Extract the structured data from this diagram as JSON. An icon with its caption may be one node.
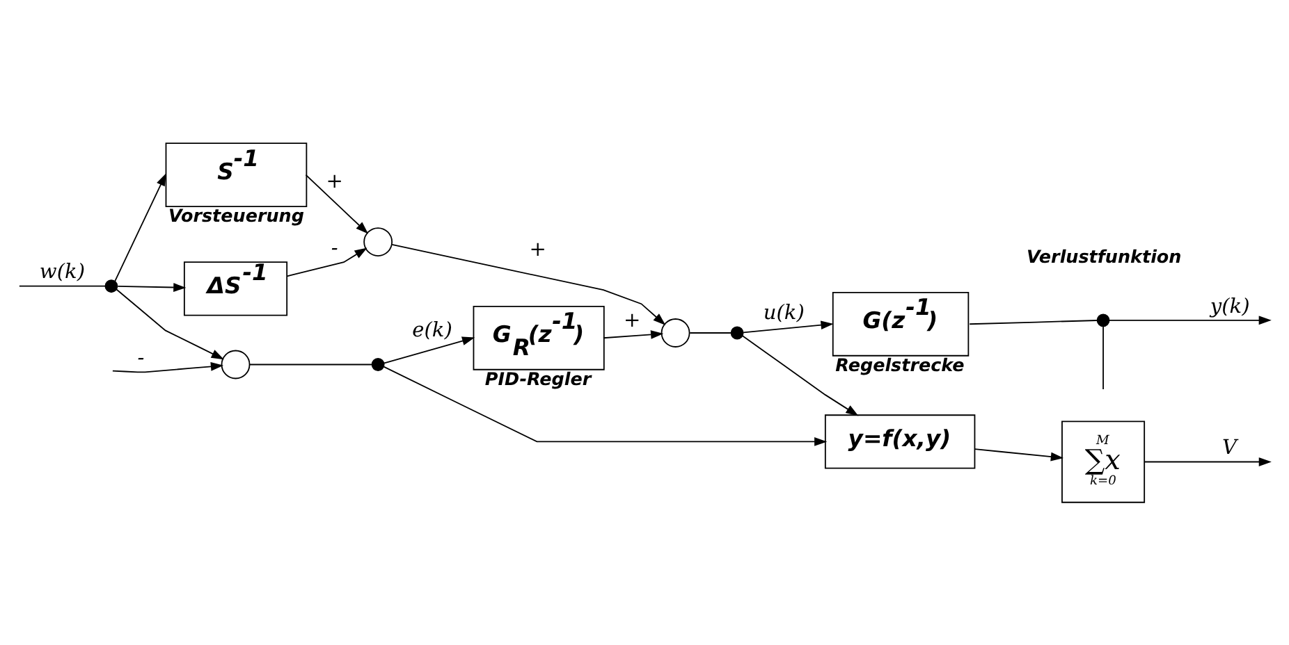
{
  "diagram": {
    "nodes": [
      {
        "text": [
          "ΔS$^{-1}$"
        ]
      },
      {
        "text": [
          "S$^{-1}$"
        ],
        "beside": [
          "Vorsteuerung"
        ]
      },
      {
        "text": [
          "y=f(x,y)"
        ]
      },
      {
        "text": [
          "M",
          "∑x",
          "k=0"
        ]
      },
      {
        "text": [
          "G$_{R}$(z$^{-1}$)"
        ],
        "beside": [
          "PID-Regler"
        ]
      },
      {
        "text": [
          "G(z$^{-1}$)"
        ],
        "beside": [
          "Regelstrecke"
        ]
      },
      {
        "text": [],
        "shape": "circle"
      },
      {
        "text": [],
        "shape": "circle"
      },
      {
        "text": [],
        "shape": "circle"
      },
      {
        "text": [],
        "shape": "dot"
      },
      {
        "text": [],
        "shape": "dot"
      },
      {
        "text": [],
        "shape": "dot"
      },
      {
        "text": [],
        "shape": "dot"
      }
    ],
    "edges": [
      {
        "from": null,
        "to": 9,
        "arrow": "none",
        "label": "w(k)"
      },
      {
        "from": 9,
        "to": 6,
        "arrow": "to"
      },
      {
        "from": 9,
        "to": 0,
        "arrow": "to"
      },
      {
        "from": 9,
        "to": 1,
        "arrow": "to"
      },
      {
        "from": 6,
        "to": 10,
        "arrow": "none"
      },
      {
        "from": 10,
        "to": 4,
        "arrow": "to",
        "label": "e(k)"
      },
      {
        "from": 10,
        "to": 2,
        "arrow": "to"
      },
      {
        "from": 0,
        "to": 7,
        "arrow": "to",
        "label": "-"
      },
      {
        "from": 1,
        "to": 7,
        "arrow": "to",
        "label": "+"
      },
      {
        "from": 7,
        "to": 8,
        "arrow": "to",
        "label": "+"
      },
      {
        "from": 4,
        "to": 8,
        "arrow": "to",
        "label": "+"
      },
      {
        "from": 8,
        "to": 11,
        "arrow": "none"
      },
      {
        "from": 11,
        "to": 5,
        "arrow": "to",
        "label": "u(k)"
      },
      {
        "from": 11,
        "to": 2,
        "arrow": "to"
      },
      {
        "from": 2,
        "to": 3,
        "arrow": "to"
      },
      {
        "from": 3,
        "to": null,
        "arrow": "to",
        "label": "V"
      },
      {
        "from": 5,
        "to": 12,
        "arrow": "none"
      },
      {
        "from": 12,
        "to": null,
        "arrow": "to",
        "label": "y(k)"
      },
      {
        "from": 12,
        "to": null,
        "arrow": "none"
      },
      {
        "from": null,
        "to": 6,
        "arrow": "to",
        "label": "-"
      }
    ],
    "labels": [
      "Verlustfunktion"
    ]
  }
}
